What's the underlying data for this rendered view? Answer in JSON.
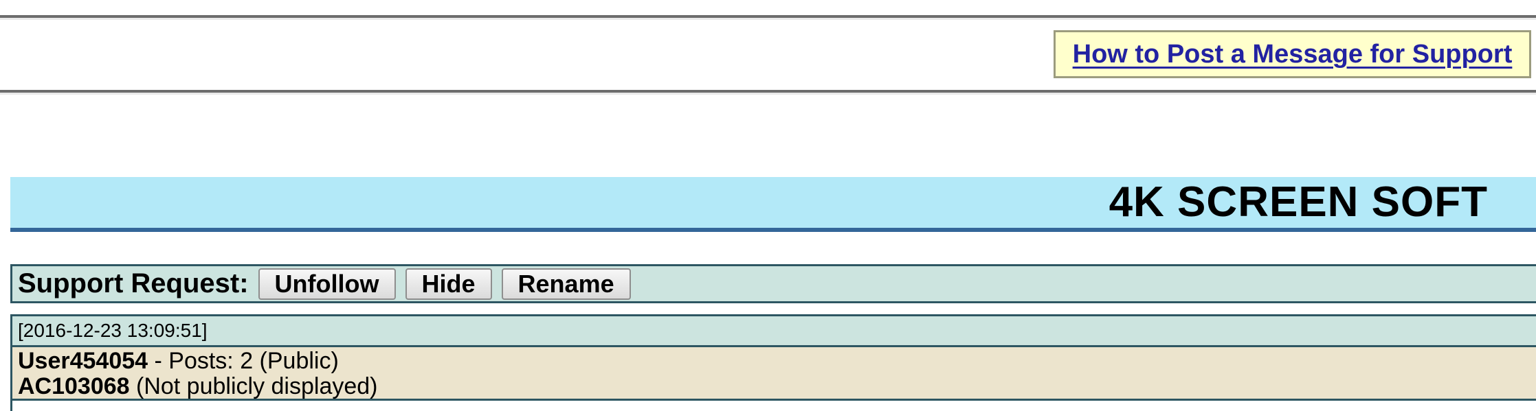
{
  "header": {
    "help_link_label": "How to Post a Message for Support"
  },
  "thread": {
    "title": "4K SCREEN SOFT"
  },
  "toolbar": {
    "label": "Support Request:",
    "buttons": [
      "Unfollow",
      "Hide",
      "Rename"
    ]
  },
  "post": {
    "timestamp": "[2016-12-23 13:09:51]",
    "author": "User454054",
    "author_details": " - Posts: 2 (Public)",
    "account": "AC103068",
    "account_note": " (Not publicly displayed)"
  },
  "colors": {
    "banner_background": "#b3e9f8",
    "banner_border": "#336699",
    "toolbar_background": "#cce4df",
    "table_border": "#2d5662",
    "author_row_background": "#ece4cd",
    "help_box_background": "#ffffcc",
    "help_box_border": "#9c9c7e",
    "link_text": "#2222a2"
  }
}
